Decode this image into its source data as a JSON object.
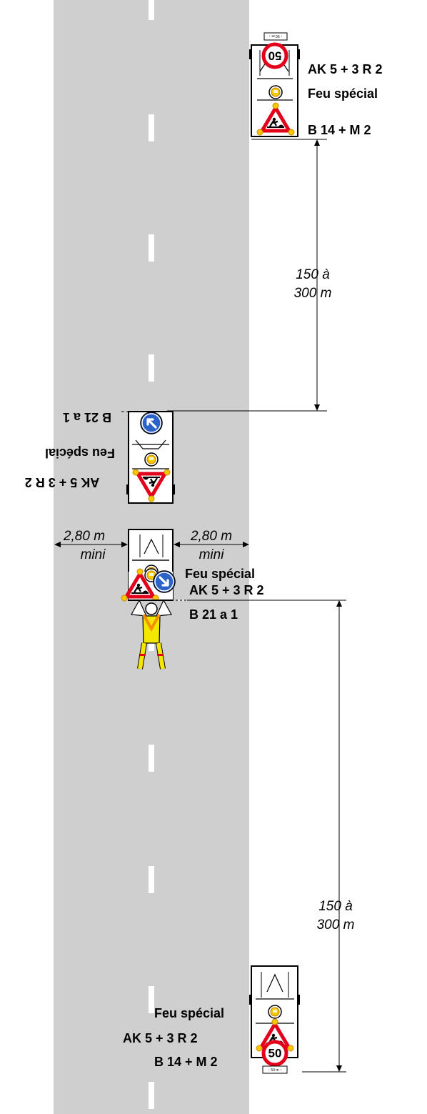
{
  "labels": {
    "top_vehicle_signs": "AK 5 + 3 R 2",
    "top_vehicle_light": "Feu spécial",
    "top_vehicle_panel": "B 14 + M 2",
    "upper_distance_line1": "150 à",
    "upper_distance_line2": "300 m",
    "rotated_vehicle_panel": "B 21 a 1",
    "rotated_vehicle_light": "Feu spécial",
    "rotated_vehicle_signs": "AK 5 + 3 R 2",
    "width_left_value": "2,80 m",
    "width_left_qualifier": "mini",
    "width_right_value": "2,80 m",
    "width_right_qualifier": "mini",
    "lower_vehicle_light": "Feu spécial",
    "lower_vehicle_signs": "AK 5 + 3 R 2",
    "lower_vehicle_panel": "B 21 a 1",
    "lower_distance_line1": "150 à",
    "lower_distance_line2": "300 m",
    "bottom_vehicle_light": "Feu spécial",
    "bottom_vehicle_signs": "AK 5 + 3 R 2",
    "bottom_vehicle_panel": "B 14 + M 2",
    "speed_limit_value": "50"
  },
  "colors": {
    "road": "#cfcfcf",
    "lane_marking": "#ffffff",
    "speed_sign_ring": "#e2001a",
    "keep_right_sign": "#2b62c8",
    "roadworks_triangle": "#e2001a",
    "warning_light": "#f6c800",
    "vest_yellow": "#f3e600",
    "vest_orange": "#f39200"
  },
  "icons": [
    "speed-limit-50-icon",
    "roadworks-triangle-icon",
    "keep-right-arrow-icon",
    "flashing-light-icon",
    "flagger-person-icon"
  ]
}
